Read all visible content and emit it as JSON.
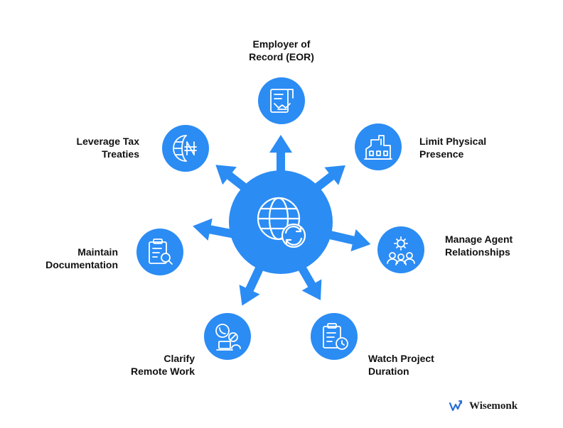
{
  "colors": {
    "accent": "#2b8cf4",
    "icon_stroke": "#ffffff",
    "text": "#111111"
  },
  "hub": {
    "icon": "globe-sync-icon"
  },
  "nodes": [
    {
      "id": "eor",
      "label": "Employer of\nRecord (EOR)",
      "icon": "contract-handshake-icon"
    },
    {
      "id": "limit",
      "label": "Limit Physical\nPresence",
      "icon": "factory-icon"
    },
    {
      "id": "agent",
      "label": "Manage Agent\nRelationships",
      "icon": "people-gear-icon"
    },
    {
      "id": "watch",
      "label": "Watch Project\nDuration",
      "icon": "clipboard-clock-icon"
    },
    {
      "id": "clarify",
      "label": "Clarify\nRemote Work",
      "icon": "phone-laptop-icon"
    },
    {
      "id": "maintain",
      "label": "Maintain\nDocumentation",
      "icon": "clipboard-search-icon"
    },
    {
      "id": "leverage",
      "label": "Leverage Tax\nTreaties",
      "icon": "globe-naira-icon"
    }
  ],
  "brand": {
    "name": "Wisemonk",
    "icon": "wisemonk-logo-icon"
  }
}
